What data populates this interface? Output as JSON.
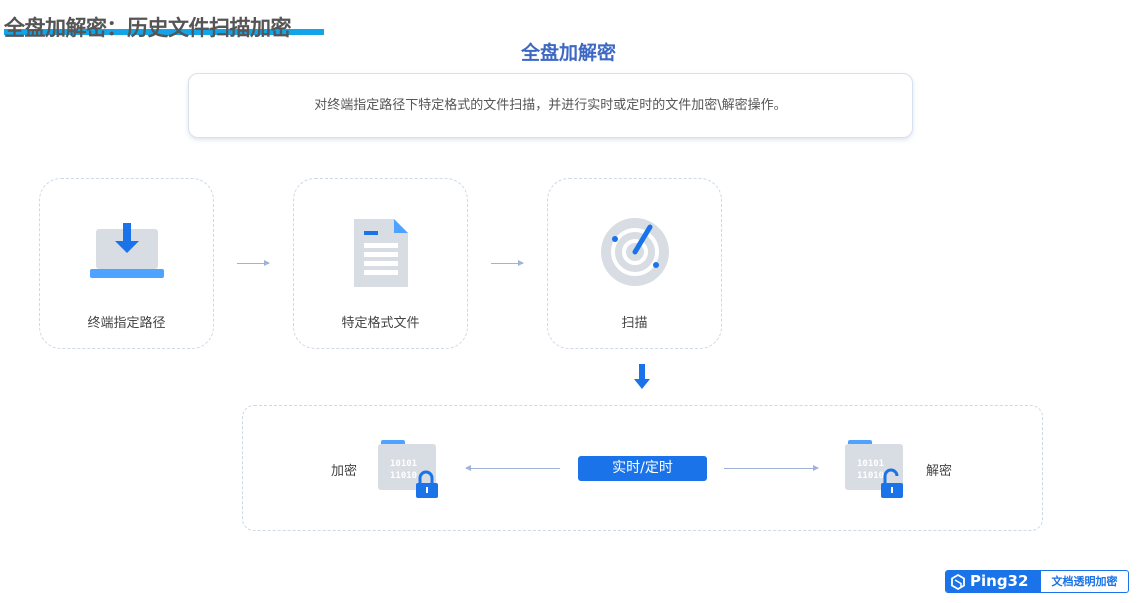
{
  "header": {
    "title": "全盘加解密：历史文件扫描加密",
    "subtitle": "全盘加解密"
  },
  "description": "对终端指定路径下特定格式的文件扫描，并进行实时或定时的文件加密\\解密操作。",
  "steps": [
    {
      "label": "终端指定路径",
      "icon": "download-laptop-icon"
    },
    {
      "label": "特定格式文件",
      "icon": "document-icon"
    },
    {
      "label": "扫描",
      "icon": "radar-icon"
    }
  ],
  "actions": {
    "encrypt": "加密",
    "decrypt": "解密",
    "mode": "实时/定时"
  },
  "logo": {
    "brand": "Ping32",
    "tagline": "文档透明加密"
  },
  "colors": {
    "accent": "#1a73e8",
    "title_underline": "#12a4e8",
    "subtitle": "#3d68c4"
  }
}
